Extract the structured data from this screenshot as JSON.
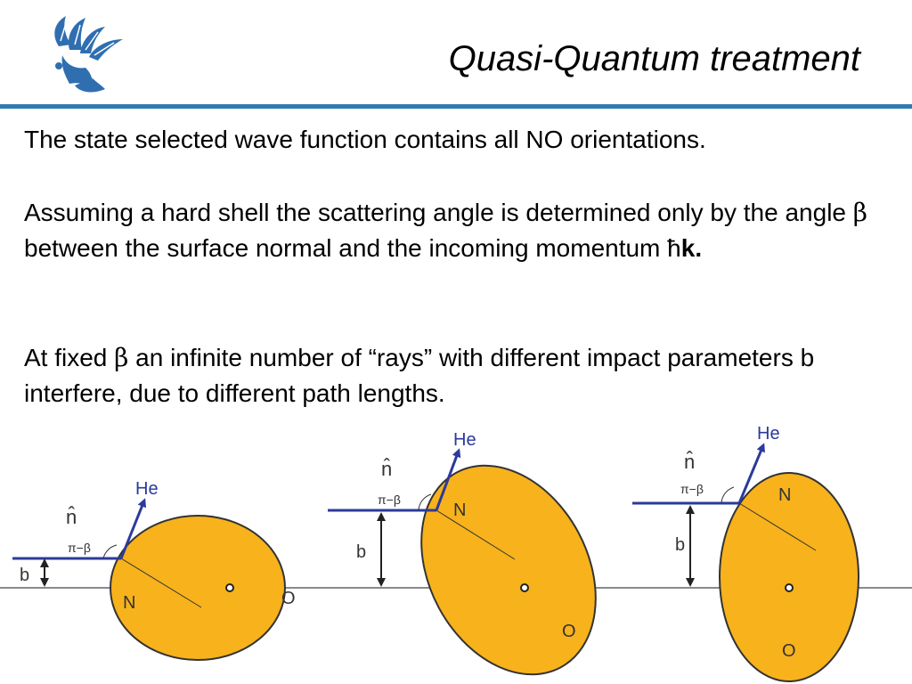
{
  "title": "Quasi-Quantum treatment",
  "logo_icon": "griffin-icon",
  "paragraphs": {
    "p1": "The state selected wave function contains all NO orientations.",
    "p2_a": "Assuming a hard shell the scattering angle is determined only by the angle ",
    "p2_beta": "β",
    "p2_b": " between the surface normal and the incoming momentum ",
    "p2_hbar": "ħ",
    "p2_k": "k.",
    "p3_a": "At fixed ",
    "p3_beta": "β",
    "p3_b": " an infinite number of “rays” with different impact parameters b interfere, due to different path lengths."
  },
  "diagrams": [
    {
      "he": "He",
      "n_hat": "n̂",
      "angle": "π−β",
      "b": "b",
      "N": "N",
      "O": "O"
    },
    {
      "he": "He",
      "n_hat": "n̂",
      "angle": "π−β",
      "b": "b",
      "N": "N",
      "O": "O"
    },
    {
      "he": "He",
      "n_hat": "n̂",
      "angle": "π−β",
      "b": "b",
      "N": "N",
      "O": "O"
    }
  ],
  "colors": {
    "accent_rule": "#2f7bb0",
    "ellipse_fill": "#f7b21c",
    "ray": "#2b3a9b",
    "logo": "#2f6fb0"
  }
}
